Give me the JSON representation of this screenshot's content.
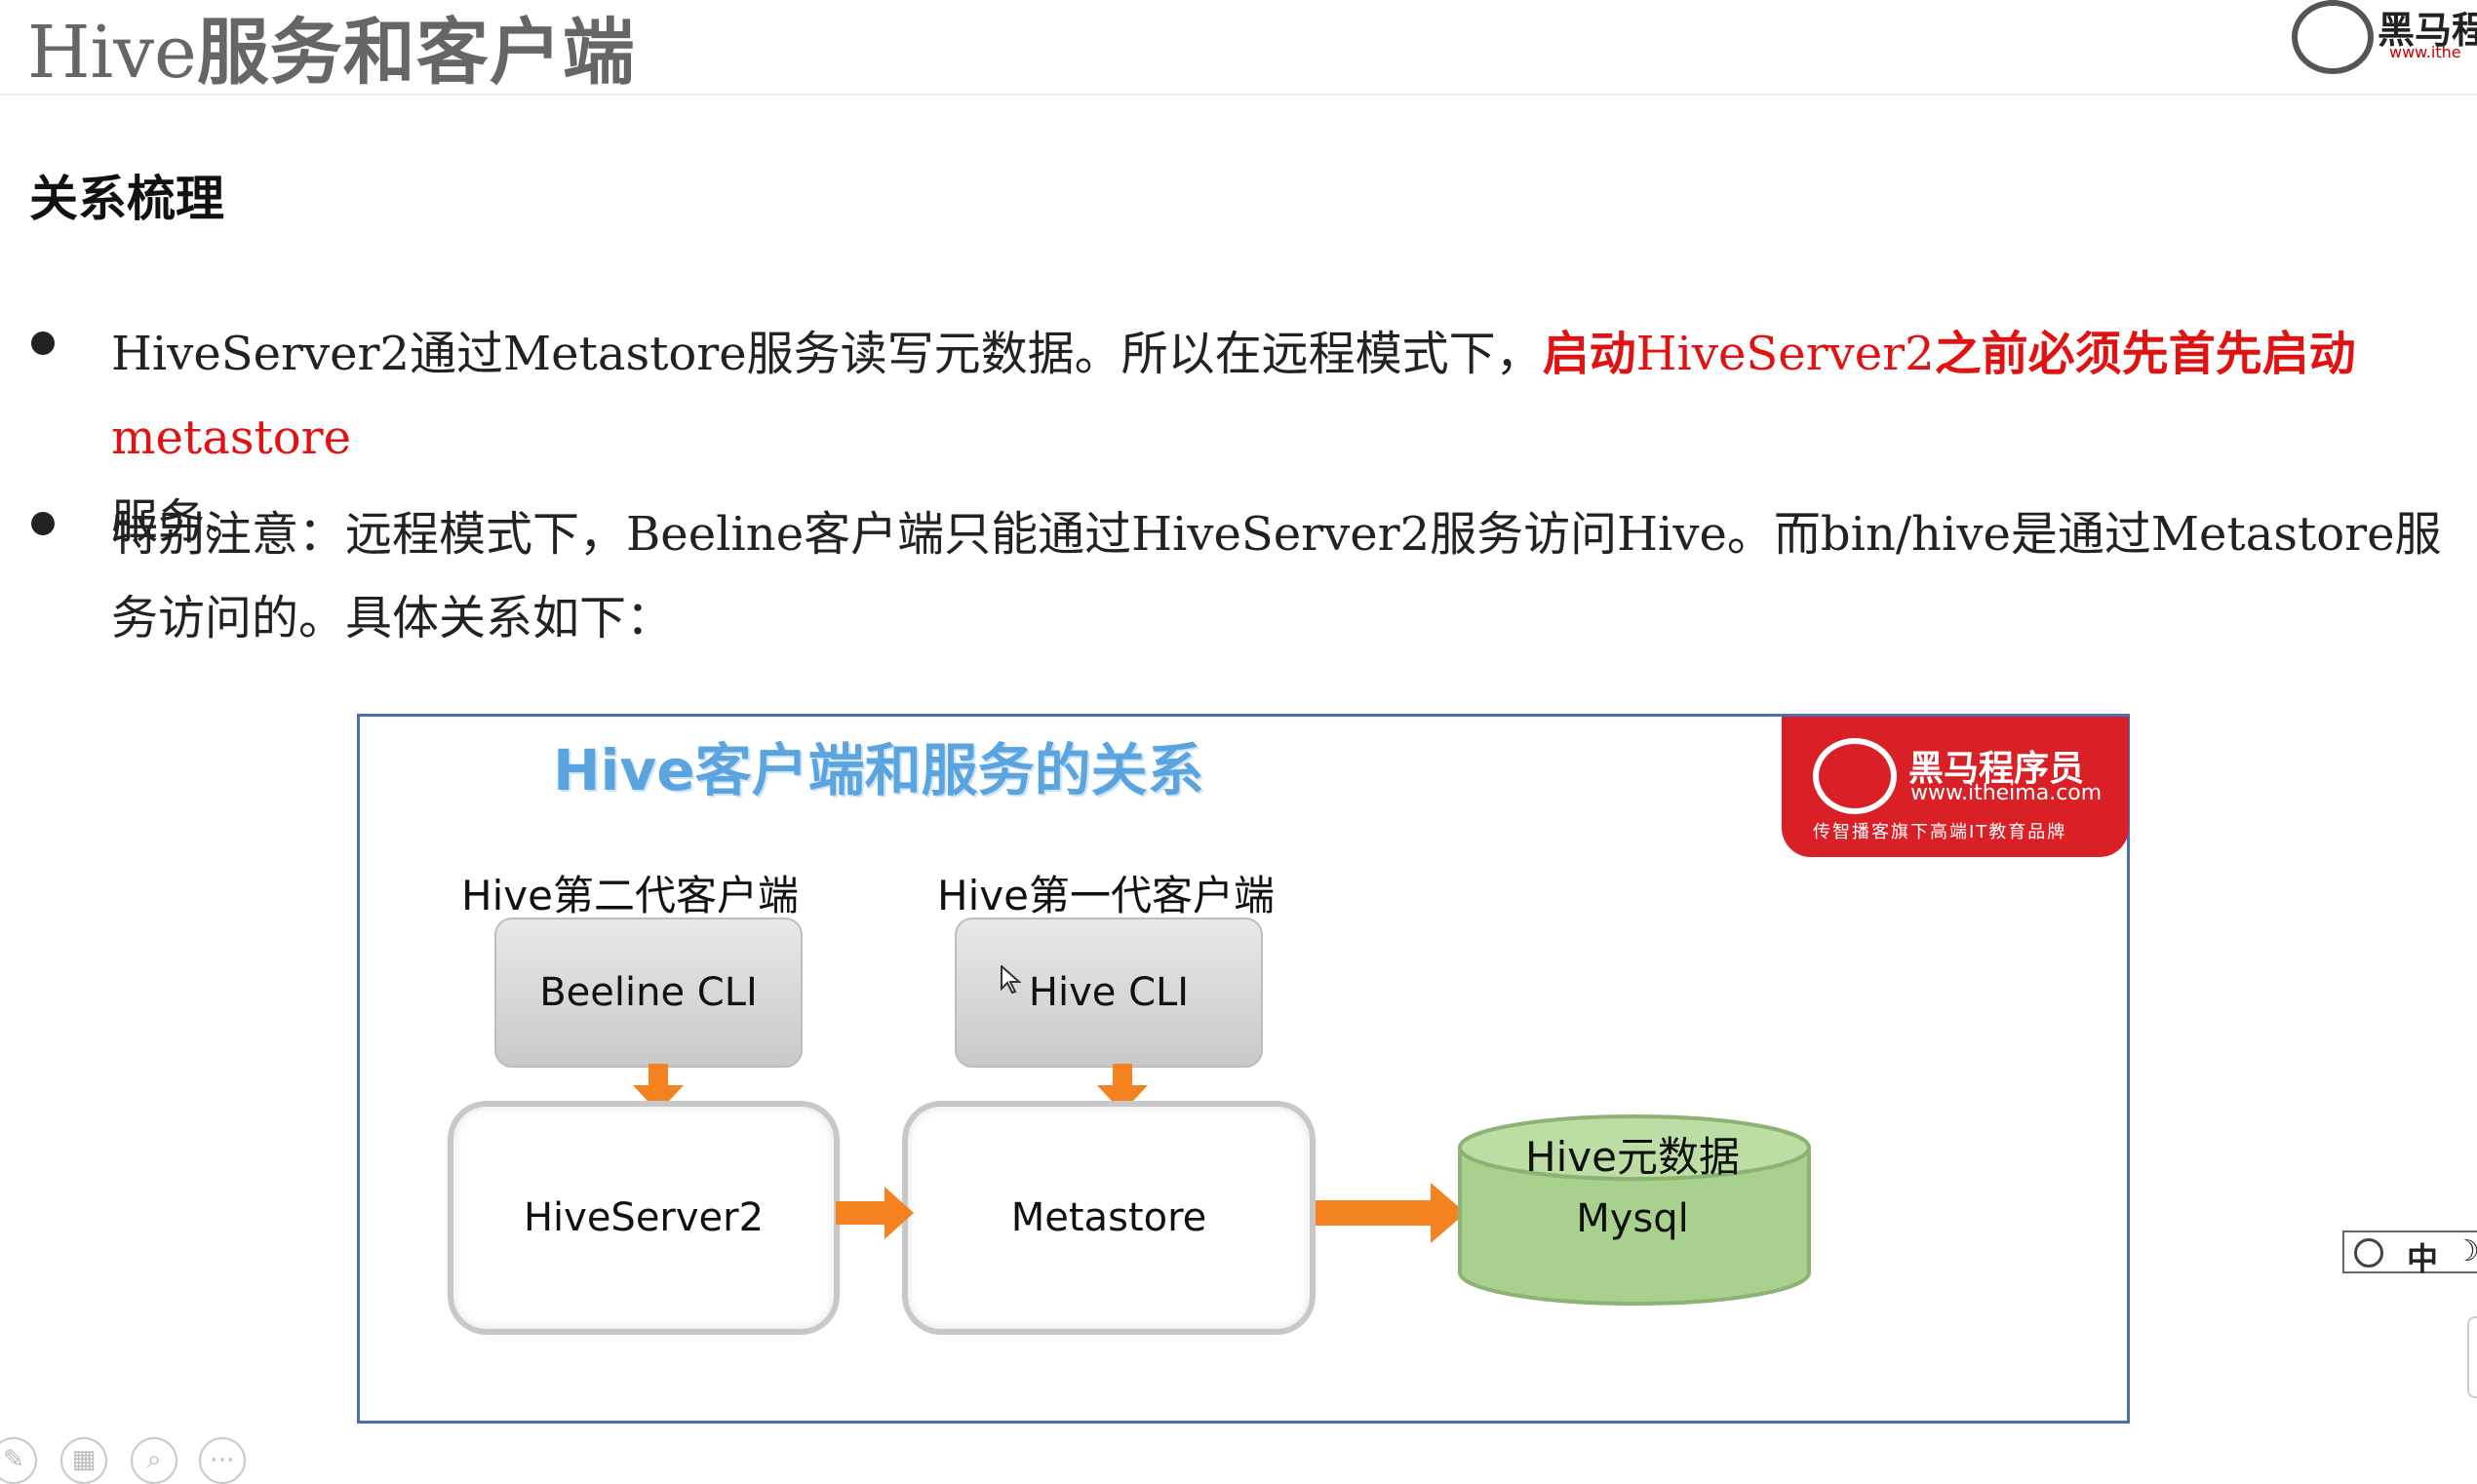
{
  "header": {
    "title_prefix": "Hive",
    "title_rest": "服务和客户端",
    "logo_text": "黑马程",
    "logo_url": "www.ithe"
  },
  "section": {
    "heading": "关系梳理"
  },
  "bullets": [
    {
      "t1": "HiveServer2",
      "t2": "通过",
      "t3": "Metastore",
      "t4": "服务读写元数据。所以在远程模式下，",
      "r1": "启动",
      "r2": "HiveServer2",
      "r3": "之前必须先首先启动",
      "r4": "metastore",
      "t5": "服务。"
    },
    {
      "t1": "特别注意：远程模式下，",
      "t2": "Beeline",
      "t3": "客户端只能通过",
      "t4": "HiveServer2",
      "t5": "服务访问",
      "t6": "Hive",
      "t7": "。而",
      "t8": "bin/hive",
      "t9": "是通过",
      "t10": "Metastore",
      "t11": "服务访问的。具体关系如下："
    }
  ],
  "diagram": {
    "title": "Hive客户端和服务的关系",
    "brand": {
      "name": "黑马程序员",
      "url": "www.itheima.com",
      "slogan": "传智播客旗下高端IT教育品牌"
    },
    "client2_label": "Hive第二代客户端",
    "client1_label": "Hive第一代客户端",
    "beeline_cli": "Beeline CLI",
    "hive_cli": "Hive CLI",
    "hiveserver2": "HiveServer2",
    "metastore": "Metastore",
    "metadata_label": "Hive元数据",
    "db_label": "Mysql",
    "colors": {
      "arrow": "#f58220",
      "db_fill": "#a9d18e",
      "title": "#5aa4e0",
      "brand_red": "#d92027"
    }
  },
  "ime": {
    "lang": "中",
    "moon_icon": "☽"
  },
  "icons": [
    "pen-icon",
    "grid-icon",
    "zoom-icon",
    "more-icon"
  ]
}
